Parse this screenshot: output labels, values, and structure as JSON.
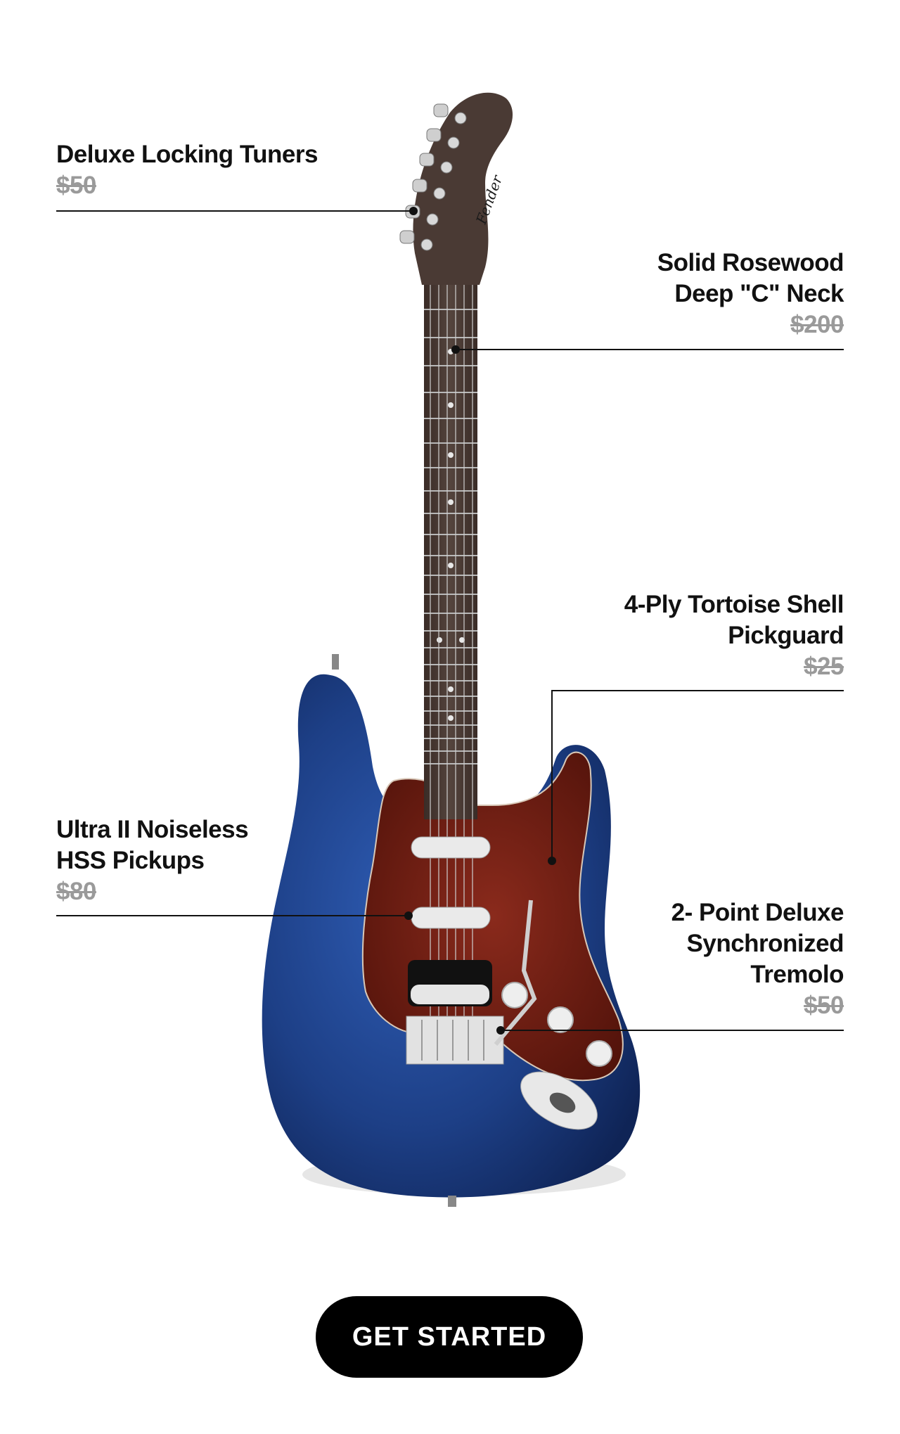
{
  "features": {
    "tuners": {
      "line1": "Deluxe Locking Tuners",
      "price": "$50"
    },
    "neck": {
      "line1": "Solid Rosewood",
      "line2": "Deep \"C\" Neck",
      "price": "$200"
    },
    "pickguard": {
      "line1": "4-Ply Tortoise Shell",
      "line2": "Pickguard",
      "price": "$25"
    },
    "pickups": {
      "line1": "Ultra II Noiseless",
      "line2": "HSS Pickups",
      "price": "$80"
    },
    "tremolo": {
      "line1": "2- Point Deluxe",
      "line2": "Synchronized",
      "line3": "Tremolo",
      "price": "$50"
    }
  },
  "guitar": {
    "body_color": "#1d3f86",
    "pickguard_color": "#6e1c12",
    "neck_color": "#4a3a34",
    "headstock_logo": "Fender"
  },
  "cta": {
    "label": "GET STARTED"
  }
}
